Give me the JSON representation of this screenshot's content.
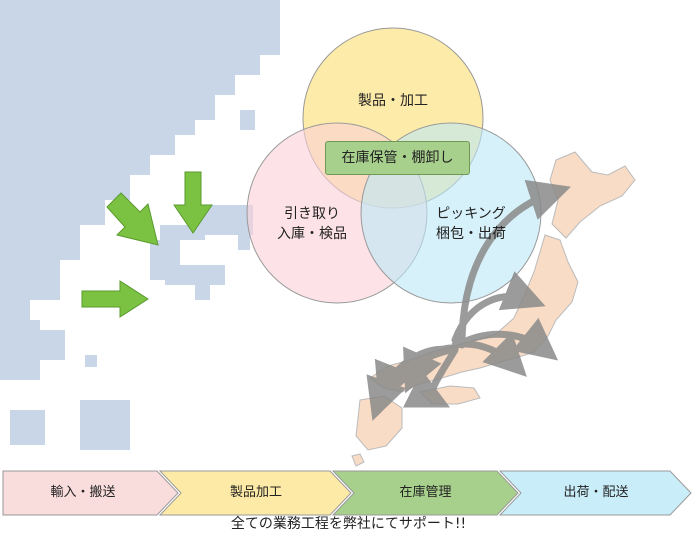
{
  "venn": {
    "top": "製品・加工",
    "left_line1": "引き取り",
    "left_line2": "入庫・検品",
    "right_line1": "ピッキング",
    "right_line2": "梱包・出荷",
    "center": "在庫保管・棚卸し"
  },
  "flow": {
    "steps": [
      {
        "label": "輸入・搬送",
        "color": "#f9dcdc"
      },
      {
        "label": "製品加工",
        "color": "#fdeaa6"
      },
      {
        "label": "在庫管理",
        "color": "#a8d08d"
      },
      {
        "label": "出荷・配送",
        "color": "#c9eef9"
      }
    ]
  },
  "tagline": "全ての業務工程を弊社にてサポート!!",
  "colors": {
    "asia_map": "#c9d6e8",
    "japan_map": "#f8dcc6",
    "green_arrow": "#7cc242",
    "gray_arrow": "#8a8a8a"
  }
}
